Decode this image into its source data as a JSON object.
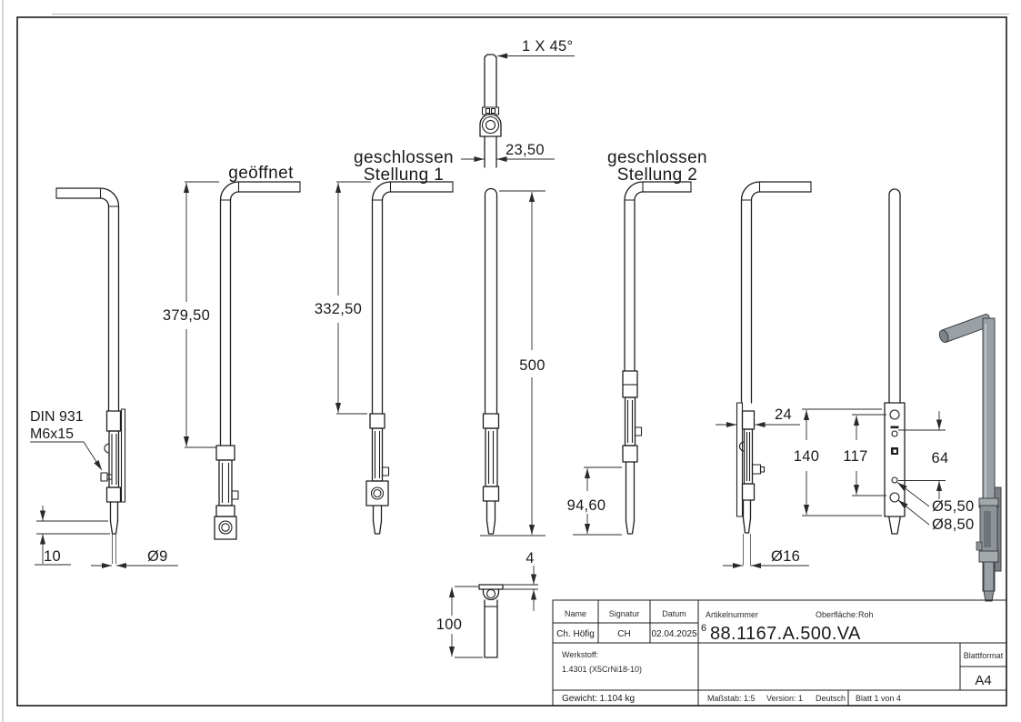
{
  "drawing": {
    "view_labels": {
      "geoeffnet": "geöffnet",
      "geschlossen_1_line1": "geschlossen",
      "geschlossen_1_line2": "Stellung 1",
      "geschlossen_2_line1": "geschlossen",
      "geschlossen_2_line2": "Stellung 2"
    },
    "dimensions": {
      "chamfer": "1 X 45°",
      "d23_50": "23,50",
      "d379_50": "379,50",
      "d332_50": "332,50",
      "d500": "500",
      "d94_60": "94,60",
      "d100": "100",
      "d4": "4",
      "d10": "10",
      "dia9": "Ø9",
      "d24": "24",
      "d140": "140",
      "d117": "117",
      "d64": "64",
      "dia5_50": "Ø5,50",
      "dia8_50": "Ø8,50",
      "dia16": "Ø16"
    },
    "annotations": {
      "din_line1": "DIN 931",
      "din_line2": "M6x15"
    }
  },
  "title_block": {
    "name_label": "Name",
    "signatur_label": "Signatur",
    "datum_label": "Datum",
    "name_value": "Ch. Höfig",
    "signatur_value": "CH",
    "datum_value": "02.04.2025",
    "artikelnummer_label": "Artikelnummer",
    "artikelnummer_prefix": "6",
    "artikelnummer_value": "88.1167.A.500.VA",
    "oberflaeche_label": "Oberfläche:",
    "oberflaeche_value": "Roh",
    "werkstoff_label": "Werkstoff:",
    "werkstoff_value": "1.4301  (X5CrNi18-10)",
    "blattformat_label": "Blattformat",
    "blattformat_value": "A4",
    "gewicht": "Gewicht: 1.104 kg",
    "massstab": "Maßstab: 1:5",
    "version": "Version: 1",
    "sprache": "Deutsch",
    "blatt": "Blatt 1 von 4"
  },
  "colors": {
    "line": "#1f1f1f",
    "dimension_line": "#2a2a2a",
    "render_gray": "#9aa0a4",
    "render_dark": "#7b8084",
    "background": "#ffffff"
  }
}
